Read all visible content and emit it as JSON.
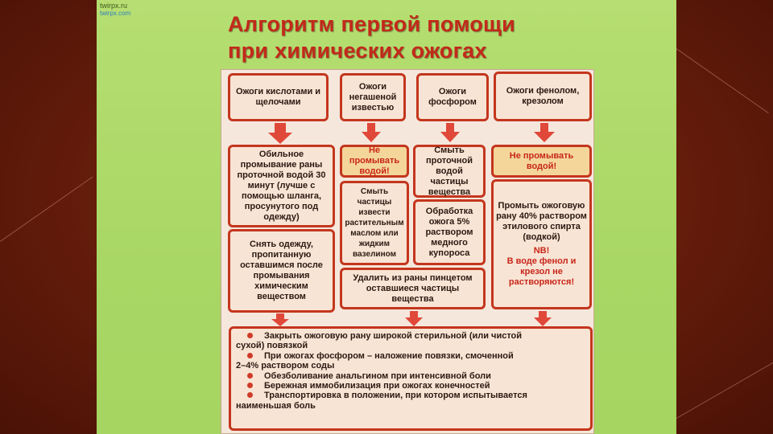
{
  "watermark": {
    "line1": "twirpx.ru",
    "line2": "twirpx.com"
  },
  "title": {
    "line1": "Алгоритм первой помощи",
    "line2": "при химических ожогах"
  },
  "headers": {
    "acids": "Ожоги кислотами и щелочами",
    "lime": "Ожоги негашеной известью",
    "phosphorus": "Ожоги фосфором",
    "phenol": "Ожоги фенолом, крезолом"
  },
  "acids_column": {
    "rinse": "Обильное промывание раны проточной водой 30 минут (лучше с помощью шланга, просунутого под одежду)",
    "remove_clothes": "Снять одежду, пропитанную оставшимся после промывания химическим веществом"
  },
  "lime_column": {
    "no_rinse": "Не промывать водой!",
    "wipe": "Смыть частицы извести растительным маслом или жидким вазелином"
  },
  "phosphorus_column": {
    "wash": "Смыть проточной водой частицы вещества",
    "treat": "Обработка ожога 5% раствором медного купороса"
  },
  "shared": {
    "tweezers": "Удалить из раны пинцетом оставшиеся частицы вещества"
  },
  "phenol_column": {
    "no_rinse": "Не промывать водой!",
    "rinse_alcohol": "Промыть ожоговую рану 40% раствором этилового спирта (водкой)",
    "nb_label": "NB!",
    "nb_text": "В воде фенол и крезол не растворяются!"
  },
  "final_steps": {
    "s1_a": "Закрыть ожоговую рану широкой стерильной (или чистой",
    "s1_b": "сухой) повязкой",
    "s2_a": "При ожогах фосфором – наложение повязки, смоченной",
    "s2_b": "2–4% раствором соды",
    "s3": "Обезболивание анальгином при интенсивной боли",
    "s4": "Бережная иммобилизация при ожогах конечностей",
    "s5_a": "Транспортировка в положении, при котором испытывается",
    "s5_b": "наименьшая боль"
  },
  "colors": {
    "slide_bg": "#a9d765",
    "title": "#c2291a",
    "border": "#c4361e",
    "arrow": "#e0483a",
    "box_bg": "#f8e4d4",
    "warn_bg": "#f4d69a"
  }
}
